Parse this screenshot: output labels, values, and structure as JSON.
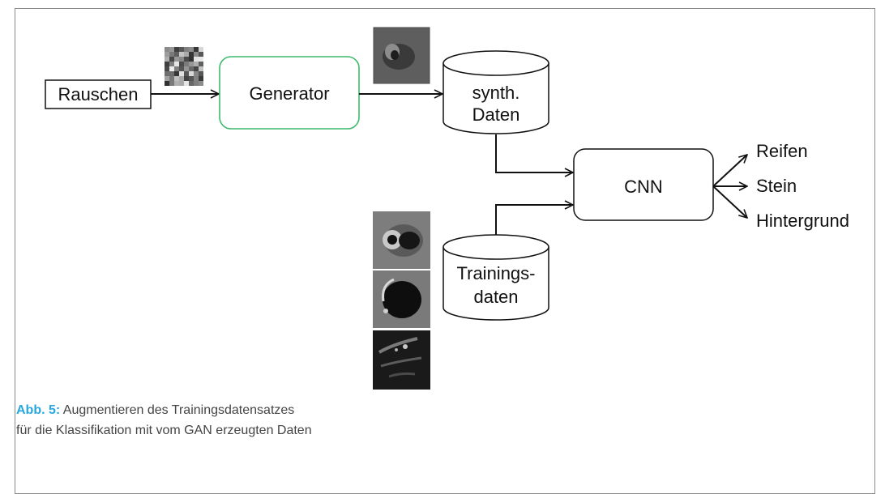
{
  "diagram": {
    "noise_label": "Rauschen",
    "generator_label": "Generator",
    "synth_label_line1": "synth.",
    "synth_label_line2": "Daten",
    "cnn_label": "CNN",
    "training_label_line1": "Trainings-",
    "training_label_line2": "daten",
    "outputs": [
      "Reifen",
      "Stein",
      "Hintergrund"
    ],
    "colors": {
      "generator_border": "#3dba6e",
      "stroke": "#111111",
      "frame": "#8c8c8c",
      "caption_accent": "#2aa7de"
    }
  },
  "caption": {
    "label": "Abb. 5:",
    "line1": " Augmentieren des Trainingsdatensatzes",
    "line2": "für die Klassifikation mit vom GAN erzeugten Daten"
  }
}
